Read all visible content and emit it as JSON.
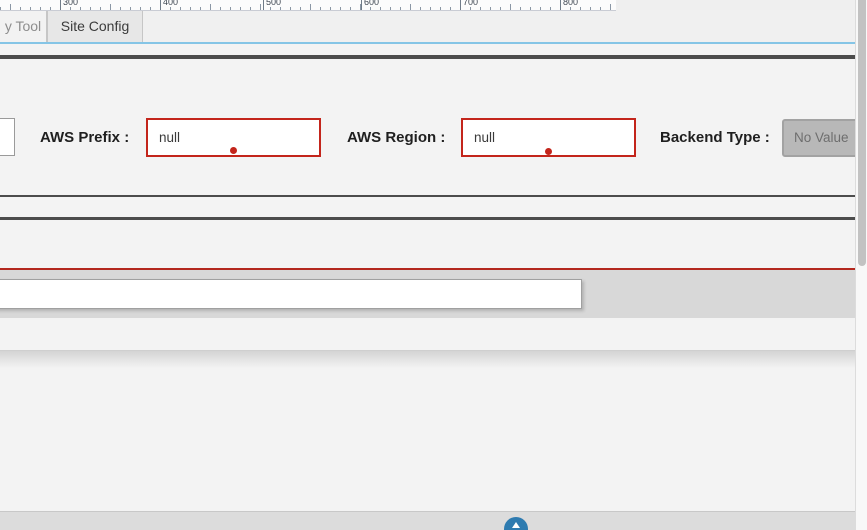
{
  "ruler": {
    "labels": [
      "300",
      "400",
      "500",
      "600",
      "700",
      "800"
    ]
  },
  "tabs": {
    "partial_tab_label": "y Tool",
    "active_tab_label": "Site Config"
  },
  "form": {
    "prefix_label": "AWS Prefix :",
    "prefix_value": "null",
    "region_label": "AWS Region :",
    "region_value": "null",
    "backend_label": "Backend Type :",
    "backend_value": "No Value"
  },
  "inputs": {
    "left_partial_value": "",
    "bottom_value": ""
  },
  "colors": {
    "tab_underline_blue": "#85c5e6",
    "error_red": "#c3251b",
    "divider_dark": "#4c4c4c",
    "divider_red": "#b3281e",
    "disabled_field_gray": "#b8b8b8",
    "footer_button_blue": "#2e7bb0"
  }
}
